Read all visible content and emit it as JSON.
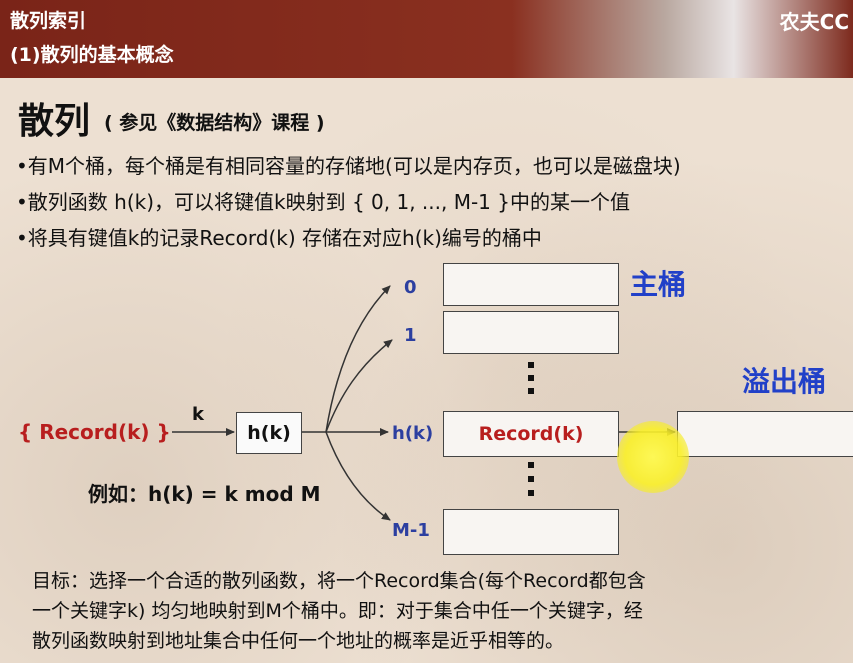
{
  "header": {
    "title": "散列索引",
    "subtitle": "(1)散列的基本概念",
    "brand": "农夫CC"
  },
  "slide": {
    "heading": "散列",
    "heading_note": "( 参见《数据结构》课程 )",
    "bullets": [
      "•有M个桶，每个桶是有相同容量的存储地(可以是内存页，也可以是磁盘块)",
      "•散列函数 h(k)，可以将键值k映射到 { 0, 1, ..., M-1 }中的某一个值",
      "•将具有键值k的记录Record(k) 存储在对应h(k)编号的桶中"
    ],
    "diagram": {
      "record_source": "{ Record(k) }",
      "arrow_label": "k",
      "hash_box": "h(k)",
      "example": "例如：h(k) = k mod M",
      "bucket_indices": [
        "0",
        "1",
        "h(k)",
        "M-1"
      ],
      "bucket_content": "Record(k)",
      "main_bucket_label": "主桶",
      "overflow_bucket_label": "溢出桶",
      "colors": {
        "record_red": "#b81e1e",
        "index_blue": "#2c3fa0",
        "label_blue": "#2140c8"
      }
    },
    "goal_lines": [
      "目标：选择一个合适的散列函数，将一个Record集合(每个Record都包含",
      "一个关键字k) 均匀地映射到M个桶中。即：对于集合中任一个关键字，经",
      "散列函数映射到地址集合中任何一个地址的概率是近乎相等的。"
    ]
  }
}
